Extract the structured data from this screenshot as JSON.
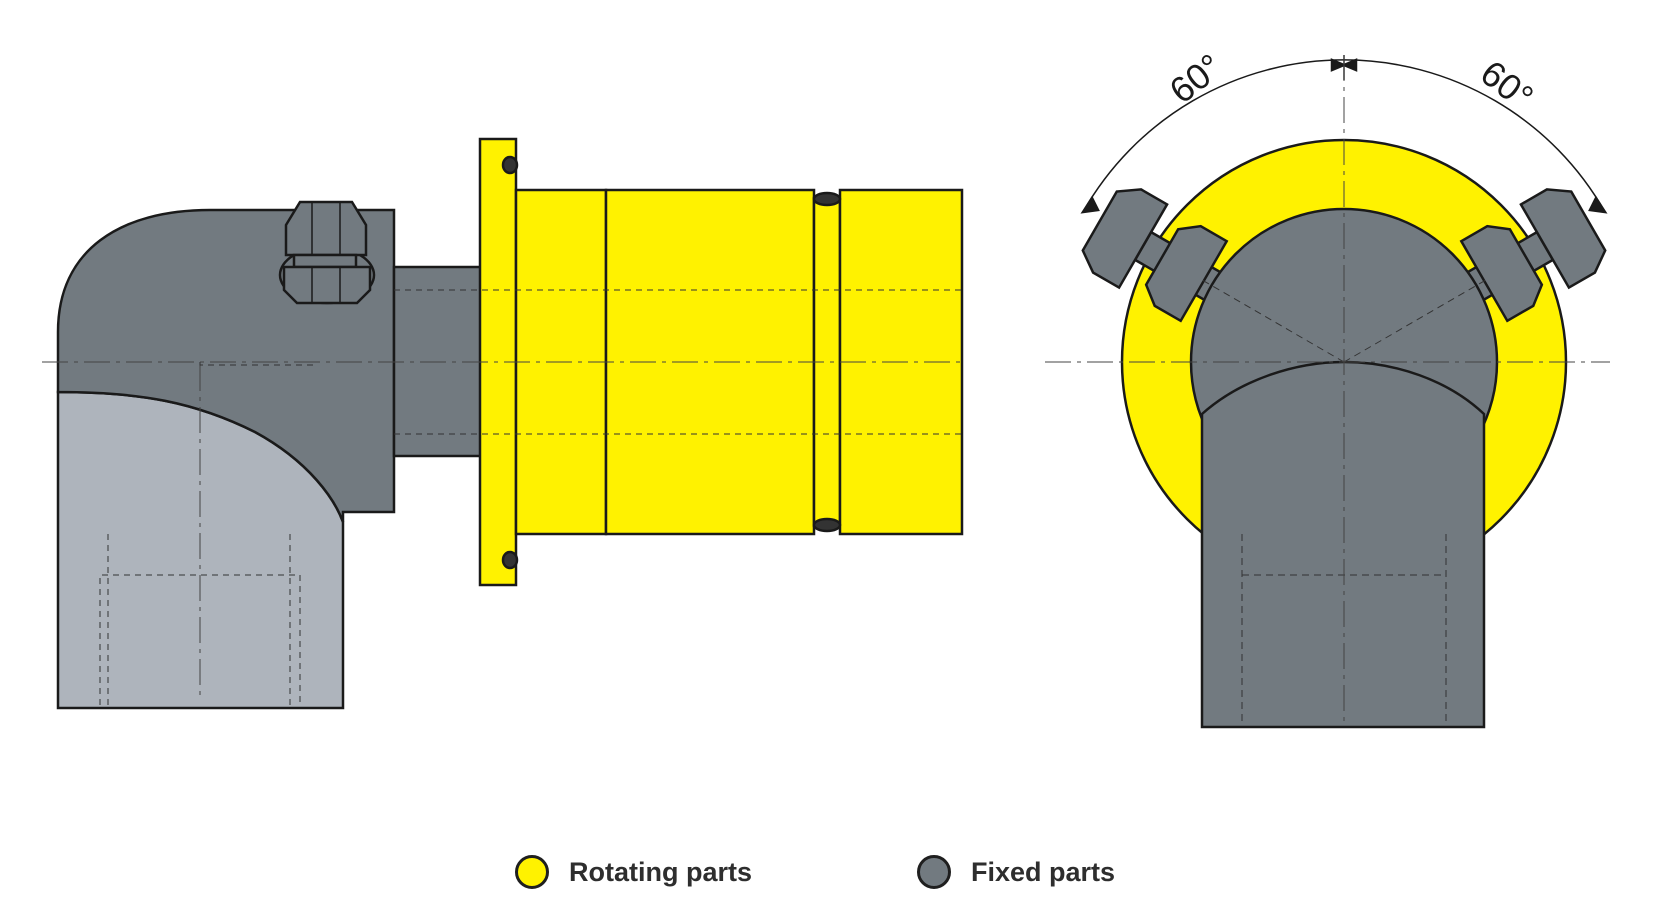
{
  "colors": {
    "rotating": "#fff200",
    "fixed_dark": "#727a80",
    "fixed_light": "#aeb4bc",
    "outline": "#1a1a1a"
  },
  "angles": {
    "left": "60°",
    "right": "60°"
  },
  "legend": [
    {
      "label": "Rotating parts",
      "color": "#fff200"
    },
    {
      "label": "Fixed parts",
      "color": "#727a80"
    }
  ]
}
